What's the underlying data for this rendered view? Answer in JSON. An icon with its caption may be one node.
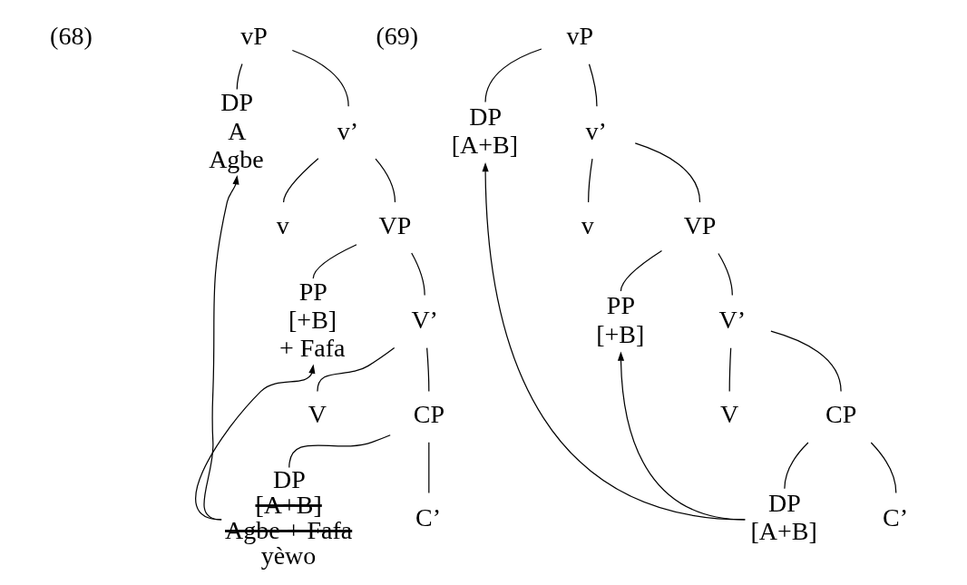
{
  "diagram": {
    "nodes": [
      {
        "text": [
          "vP"
        ]
      },
      {
        "text": [
          "DP",
          "A",
          "Agbe"
        ]
      },
      {
        "text": [
          "v’"
        ]
      },
      {
        "text": [
          "v"
        ]
      },
      {
        "text": [
          "VP"
        ]
      },
      {
        "text": [
          "PP",
          "[+B]",
          "+ Fafa"
        ]
      },
      {
        "text": [
          "V’"
        ]
      },
      {
        "text": [
          "V"
        ]
      },
      {
        "text": [
          "CP"
        ]
      },
      {
        "text": [
          "DP",
          "[A+B]",
          "Agbe + Fafa",
          "yèwo"
        ]
      },
      {
        "text": [
          "C’"
        ]
      },
      {
        "text": [
          "vP"
        ]
      },
      {
        "text": [
          "DP",
          "[A+B]"
        ]
      },
      {
        "text": [
          "v’"
        ]
      },
      {
        "text": [
          "v"
        ]
      },
      {
        "text": [
          "VP"
        ]
      },
      {
        "text": [
          "PP",
          "[+B]"
        ]
      },
      {
        "text": [
          "V’"
        ]
      },
      {
        "text": [
          "V"
        ]
      },
      {
        "text": [
          "CP"
        ]
      },
      {
        "text": [
          "DP",
          "[A+B]"
        ]
      },
      {
        "text": [
          "C’"
        ]
      }
    ],
    "edges": [
      {
        "from": 0,
        "to": 1,
        "arrow": "none"
      },
      {
        "from": 0,
        "to": 2,
        "arrow": "none"
      },
      {
        "from": 2,
        "to": 3,
        "arrow": "none"
      },
      {
        "from": 2,
        "to": 4,
        "arrow": "none"
      },
      {
        "from": 4,
        "to": 5,
        "arrow": "none"
      },
      {
        "from": 4,
        "to": 6,
        "arrow": "none"
      },
      {
        "from": 6,
        "to": 7,
        "arrow": "none"
      },
      {
        "from": 6,
        "to": 8,
        "arrow": "none"
      },
      {
        "from": 8,
        "to": 9,
        "arrow": "none"
      },
      {
        "from": 8,
        "to": 10,
        "arrow": "none"
      },
      {
        "from": 9,
        "to": 1,
        "arrow": "to"
      },
      {
        "from": 9,
        "to": 5,
        "arrow": "to"
      },
      {
        "from": 11,
        "to": 12,
        "arrow": "none"
      },
      {
        "from": 11,
        "to": 13,
        "arrow": "none"
      },
      {
        "from": 13,
        "to": 14,
        "arrow": "none"
      },
      {
        "from": 13,
        "to": 15,
        "arrow": "none"
      },
      {
        "from": 15,
        "to": 16,
        "arrow": "none"
      },
      {
        "from": 15,
        "to": 17,
        "arrow": "none"
      },
      {
        "from": 17,
        "to": 18,
        "arrow": "none"
      },
      {
        "from": 17,
        "to": 19,
        "arrow": "none"
      },
      {
        "from": 19,
        "to": 20,
        "arrow": "none"
      },
      {
        "from": 19,
        "to": 21,
        "arrow": "none"
      },
      {
        "from": 20,
        "to": 12,
        "arrow": "to"
      },
      {
        "from": 20,
        "to": 16,
        "arrow": "to"
      }
    ],
    "labels": [
      "(68)",
      "(69)"
    ]
  }
}
